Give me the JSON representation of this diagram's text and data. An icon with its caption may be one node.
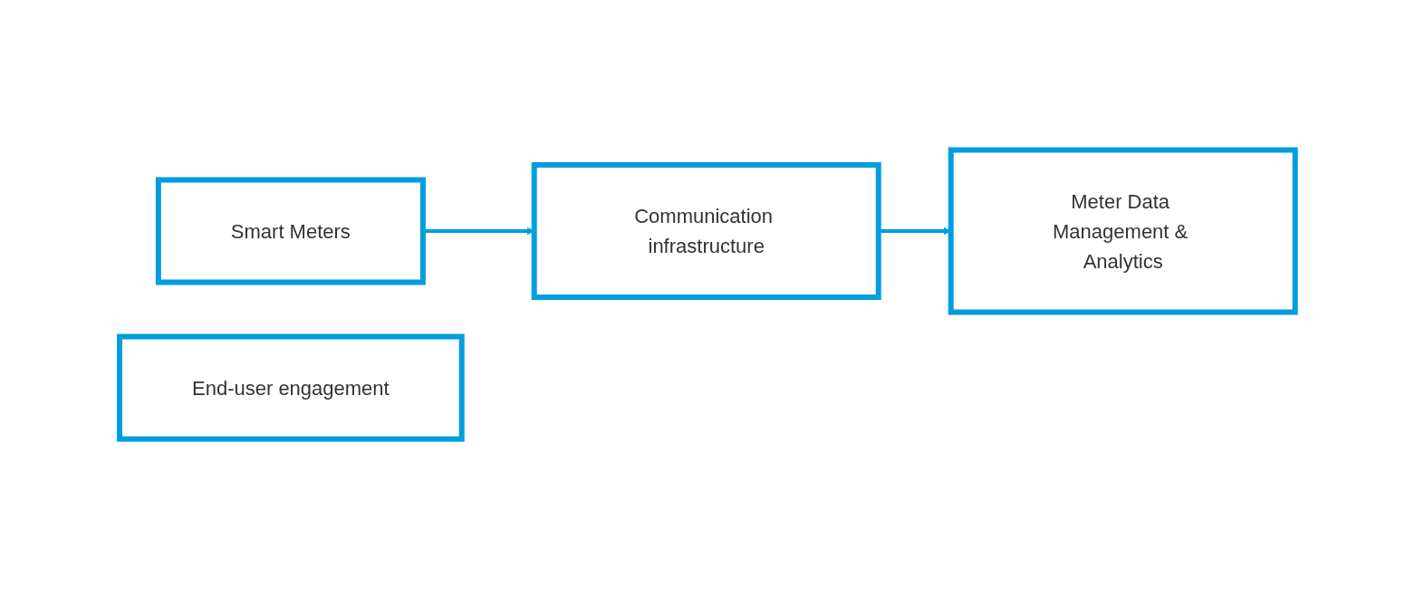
{
  "diagram": {
    "nodes": [
      {
        "text": [
          "Smart Meters"
        ]
      },
      {
        "text": [
          "Communication infrastructure"
        ]
      },
      {
        "text": [
          "Meter Data Management & Analytics"
        ]
      },
      {
        "text": [
          "End-user engagement"
        ]
      }
    ],
    "edges": [
      {
        "from": 0,
        "to": 1,
        "arrow": "to"
      },
      {
        "from": 1,
        "to": 2,
        "arrow": "to"
      }
    ]
  }
}
